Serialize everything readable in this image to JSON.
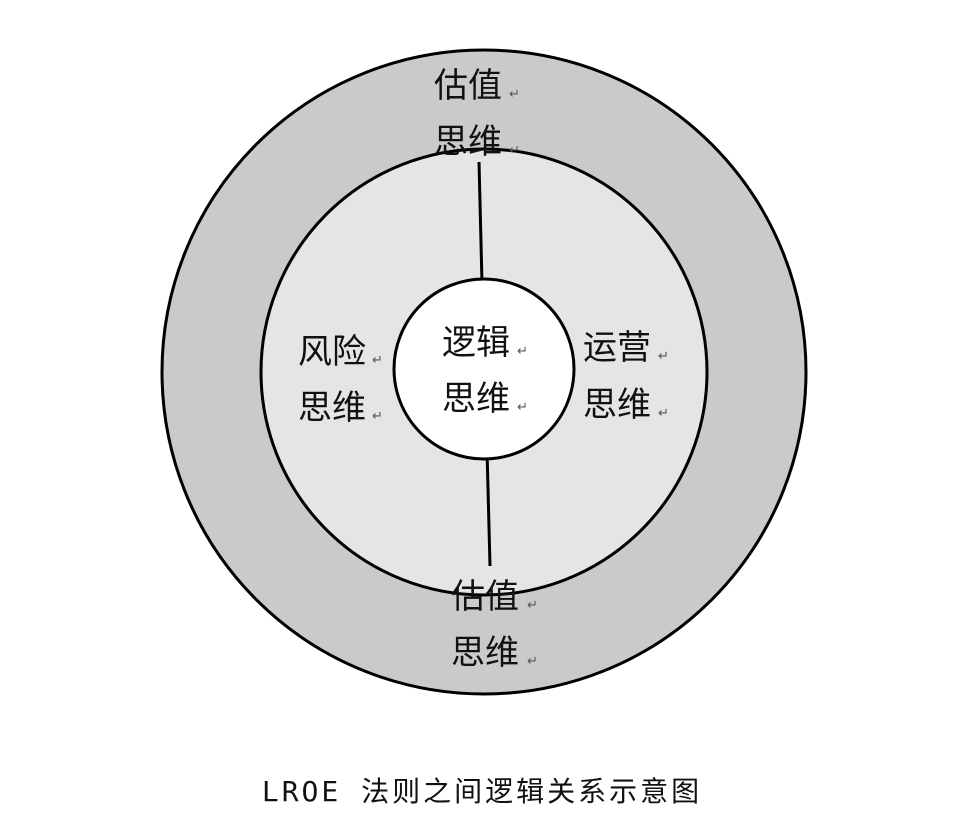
{
  "diagram": {
    "outer_ring": {
      "label_top": [
        "估值",
        "思维"
      ],
      "label_bottom": [
        "估值",
        "思维"
      ]
    },
    "middle_ring": {
      "label_left": [
        "风险",
        "思维"
      ],
      "label_right": [
        "运营",
        "思维"
      ]
    },
    "center": {
      "label": [
        "逻辑",
        "思维"
      ]
    },
    "return_mark": "↵"
  },
  "caption": "LROE 法则之间逻辑关系示意图",
  "colors": {
    "outer_ring_fill": "#cbcacb",
    "middle_ring_fill": "#e6e5e6",
    "center_fill": "#ffffff",
    "stroke": "#000000",
    "text": "#111111"
  }
}
